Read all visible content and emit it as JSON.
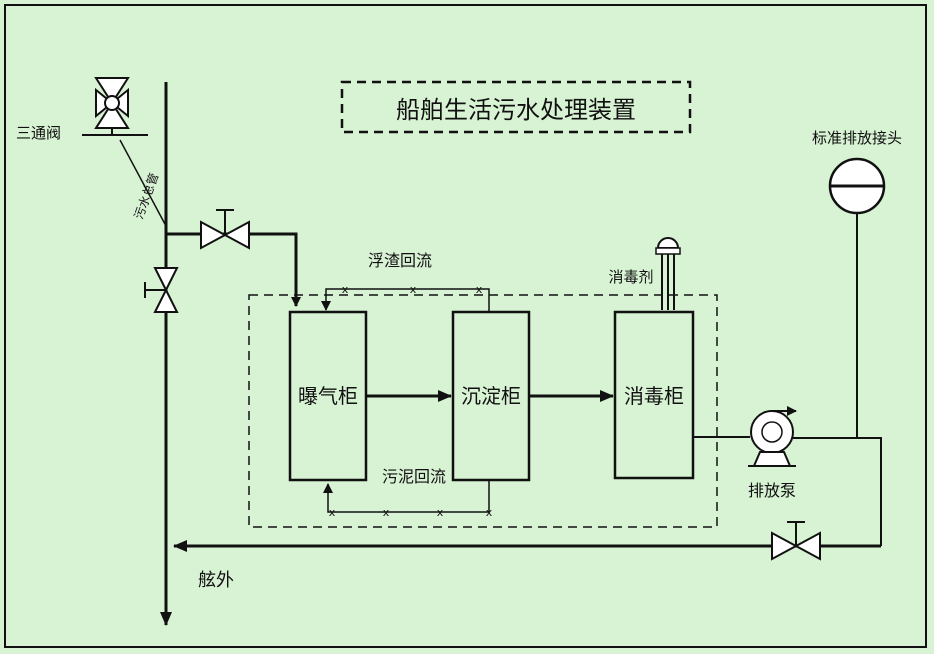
{
  "title": "船舶生活污水处理装置",
  "labels": {
    "three_way_valve": "三通阀",
    "sewage_main": "污水总管",
    "scum_return": "浮渣回流",
    "sludge_return": "污泥回流",
    "disinfectant": "消毒剂",
    "standard_joint": "标准排放接头",
    "discharge_pump": "排放泵",
    "overboard": "舷外"
  },
  "tanks": {
    "aeration": "曝气柜",
    "settling": "沉淀柜",
    "disinfection": "消毒柜"
  },
  "colors": {
    "background": "#d8f2d4",
    "line": "#111111",
    "valve_fill": "#ffffff"
  }
}
